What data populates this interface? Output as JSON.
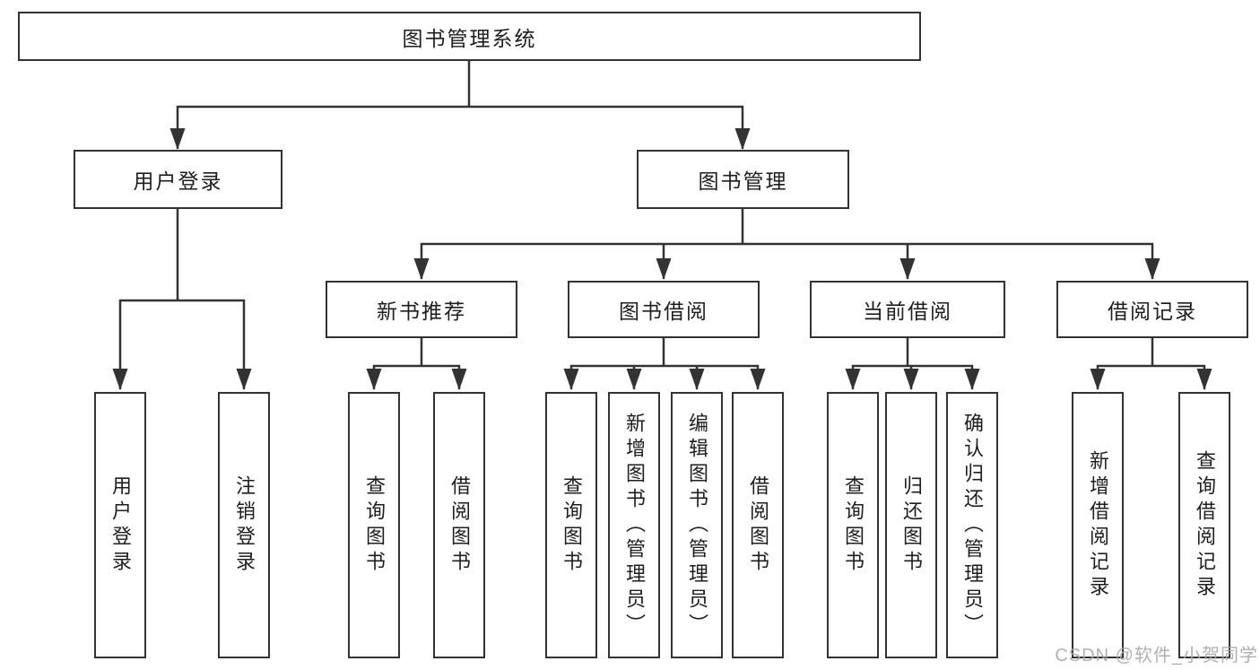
{
  "diagram_title": "图书管理系统",
  "colors": {
    "line": "#333333",
    "box_border": "#333333",
    "box_background": "#ffffff",
    "text": "#1e1e1e",
    "watermark": "#a8a8a8"
  },
  "tree": {
    "label": "图书管理系统",
    "children": [
      {
        "label": "用户登录",
        "children": [
          {
            "label": "用户登录"
          },
          {
            "label": "注销登录"
          }
        ]
      },
      {
        "label": "图书管理",
        "children": [
          {
            "label": "新书推荐",
            "children": [
              {
                "label": "查询图书"
              },
              {
                "label": "借阅图书"
              }
            ]
          },
          {
            "label": "图书借阅",
            "children": [
              {
                "label": "查询图书"
              },
              {
                "label": "新增图书（管理员）"
              },
              {
                "label": "编辑图书（管理员）"
              },
              {
                "label": "借阅图书"
              }
            ]
          },
          {
            "label": "当前借阅",
            "children": [
              {
                "label": "查询图书"
              },
              {
                "label": "归还图书"
              },
              {
                "label": "确认归还（管理员）"
              }
            ]
          },
          {
            "label": "借阅记录",
            "children": [
              {
                "label": "新增借阅记录"
              },
              {
                "label": "查询借阅记录"
              }
            ]
          }
        ]
      }
    ]
  },
  "watermark": {
    "text": "CSDN @软件_小贺同学"
  }
}
